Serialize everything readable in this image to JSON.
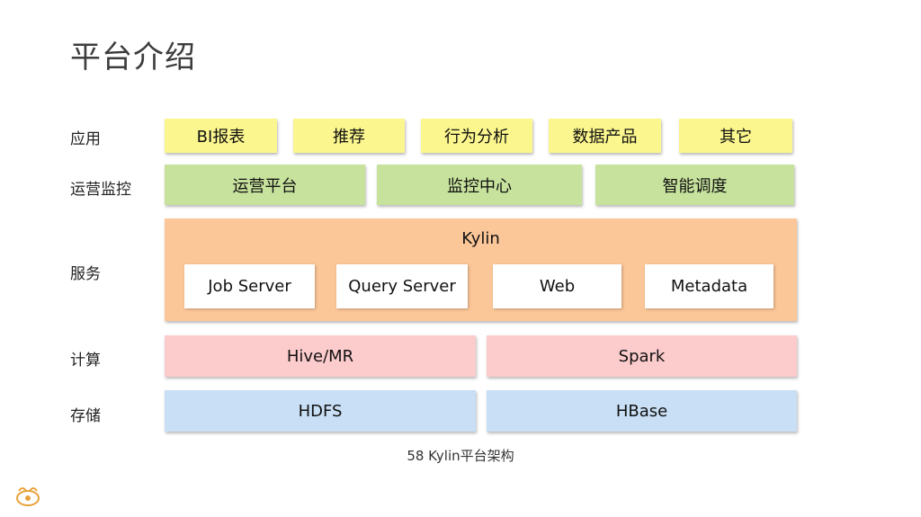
{
  "page": {
    "title": "平台介绍"
  },
  "layers": {
    "application": {
      "label": "应用",
      "items": [
        "BI报表",
        "推荐",
        "行为分析",
        "数据产品",
        "其它"
      ]
    },
    "operations": {
      "label": "运营监控",
      "items": [
        "运营平台",
        "监控中心",
        "智能调度"
      ]
    },
    "service": {
      "label": "服务",
      "panel_title": "Kylin",
      "items": [
        "Job Server",
        "Query Server",
        "Web",
        "Metadata"
      ]
    },
    "compute": {
      "label": "计算",
      "items": [
        "Hive/MR",
        "Spark"
      ]
    },
    "storage": {
      "label": "存储",
      "items": [
        "HDFS",
        "HBase"
      ]
    }
  },
  "caption": "58 Kylin平台架构",
  "colors": {
    "application": "#fbf68d",
    "operations": "#c7e29d",
    "service": "#fcc798",
    "compute": "#fccbcc",
    "storage": "#c9dff5"
  },
  "logo": {
    "icon": "bull-logo-icon"
  }
}
